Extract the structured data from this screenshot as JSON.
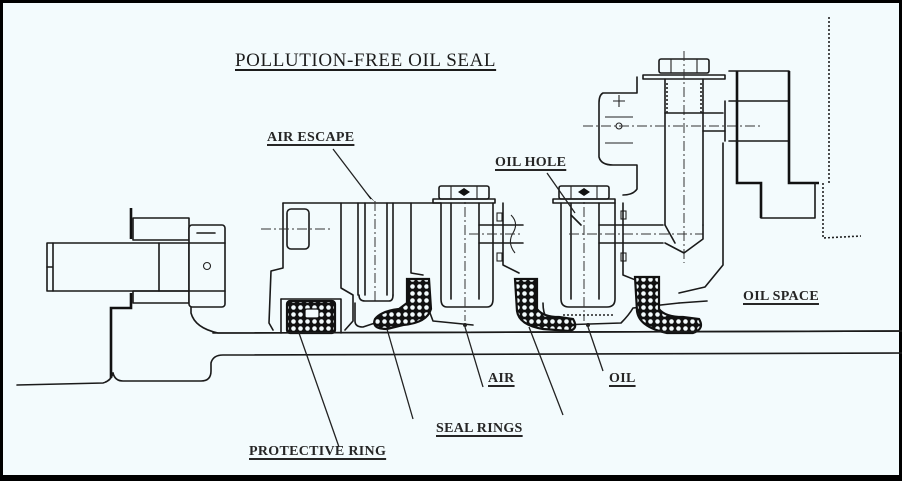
{
  "diagram": {
    "title": "POLLUTION-FREE OIL SEAL",
    "labels": {
      "air_escape": "AIR ESCAPE",
      "oil_hole": "OIL HOLE",
      "oil_space": "OIL SPACE",
      "air": "AIR",
      "oil": "OIL",
      "seal_rings": "SEAL RINGS",
      "protective_ring": "PROTECTIVE RING"
    },
    "colors": {
      "background": "#f3fbfd",
      "ink": "#1a1a1a",
      "border": "#000000"
    }
  }
}
